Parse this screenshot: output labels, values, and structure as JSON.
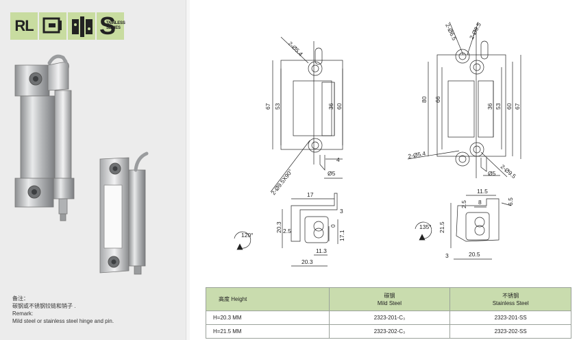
{
  "logos": {
    "rl_text": "RL",
    "stainless_letter": "S",
    "stainless_line1": "TAINLESS",
    "stainless_line2": "SERIES"
  },
  "remark": {
    "zh_label": "备注：",
    "zh_text": "碳钢或不锈钢铰链和销子 .",
    "en_label": "Remark:",
    "en_text": "Mild steel or stainless steel hinge and pin."
  },
  "drawing_labels": {
    "a_hole_top": "2-Ø5.4",
    "a_hole_bottom": "2-Ø9.5X90°",
    "a_h67": "67",
    "a_h53": "53",
    "a_h36": "36",
    "a_h60": "60",
    "a_w4": "4",
    "a_d5": "Ø5",
    "b_hole_top1": "2-Ø6.5",
    "b_hole_top2": "2-Ø9.5",
    "b_hole_left": "2-Ø5.4",
    "b_hole_bottom": "2-Ø9.5",
    "b_h80": "80",
    "b_h66": "66",
    "b_h36": "36",
    "b_h53": "53",
    "b_h60": "60",
    "b_h67": "67",
    "b_d5": "Ø5",
    "c_17": "17",
    "c_3": "3",
    "c_203": "20.3",
    "c_25": "2.5",
    "c_0": "0",
    "c_171": "17.1",
    "c_113": "11.3",
    "c_203b": "20.3",
    "c_angle": "120°",
    "d_115": "11.5",
    "d_8": "8",
    "d_25": "2.5",
    "d_65": "6.5",
    "d_215": "21.5",
    "d_3": "3",
    "d_205": "20.5",
    "d_angle": "135°"
  },
  "table": {
    "header": {
      "height_zh": "高度",
      "height_en": "Height",
      "mild_zh": "碳钢",
      "mild_en": "Mild Steel",
      "ss_zh": "不锈钢",
      "ss_en": "Stainless Steel"
    },
    "rows": [
      {
        "height": "H=20.3 MM",
        "mild": "2323-201-C₃",
        "stainless": "2323-201-SS"
      },
      {
        "height": "H=21.5 MM",
        "mild": "2323-202-C₃",
        "stainless": "2323-202-SS"
      }
    ]
  }
}
